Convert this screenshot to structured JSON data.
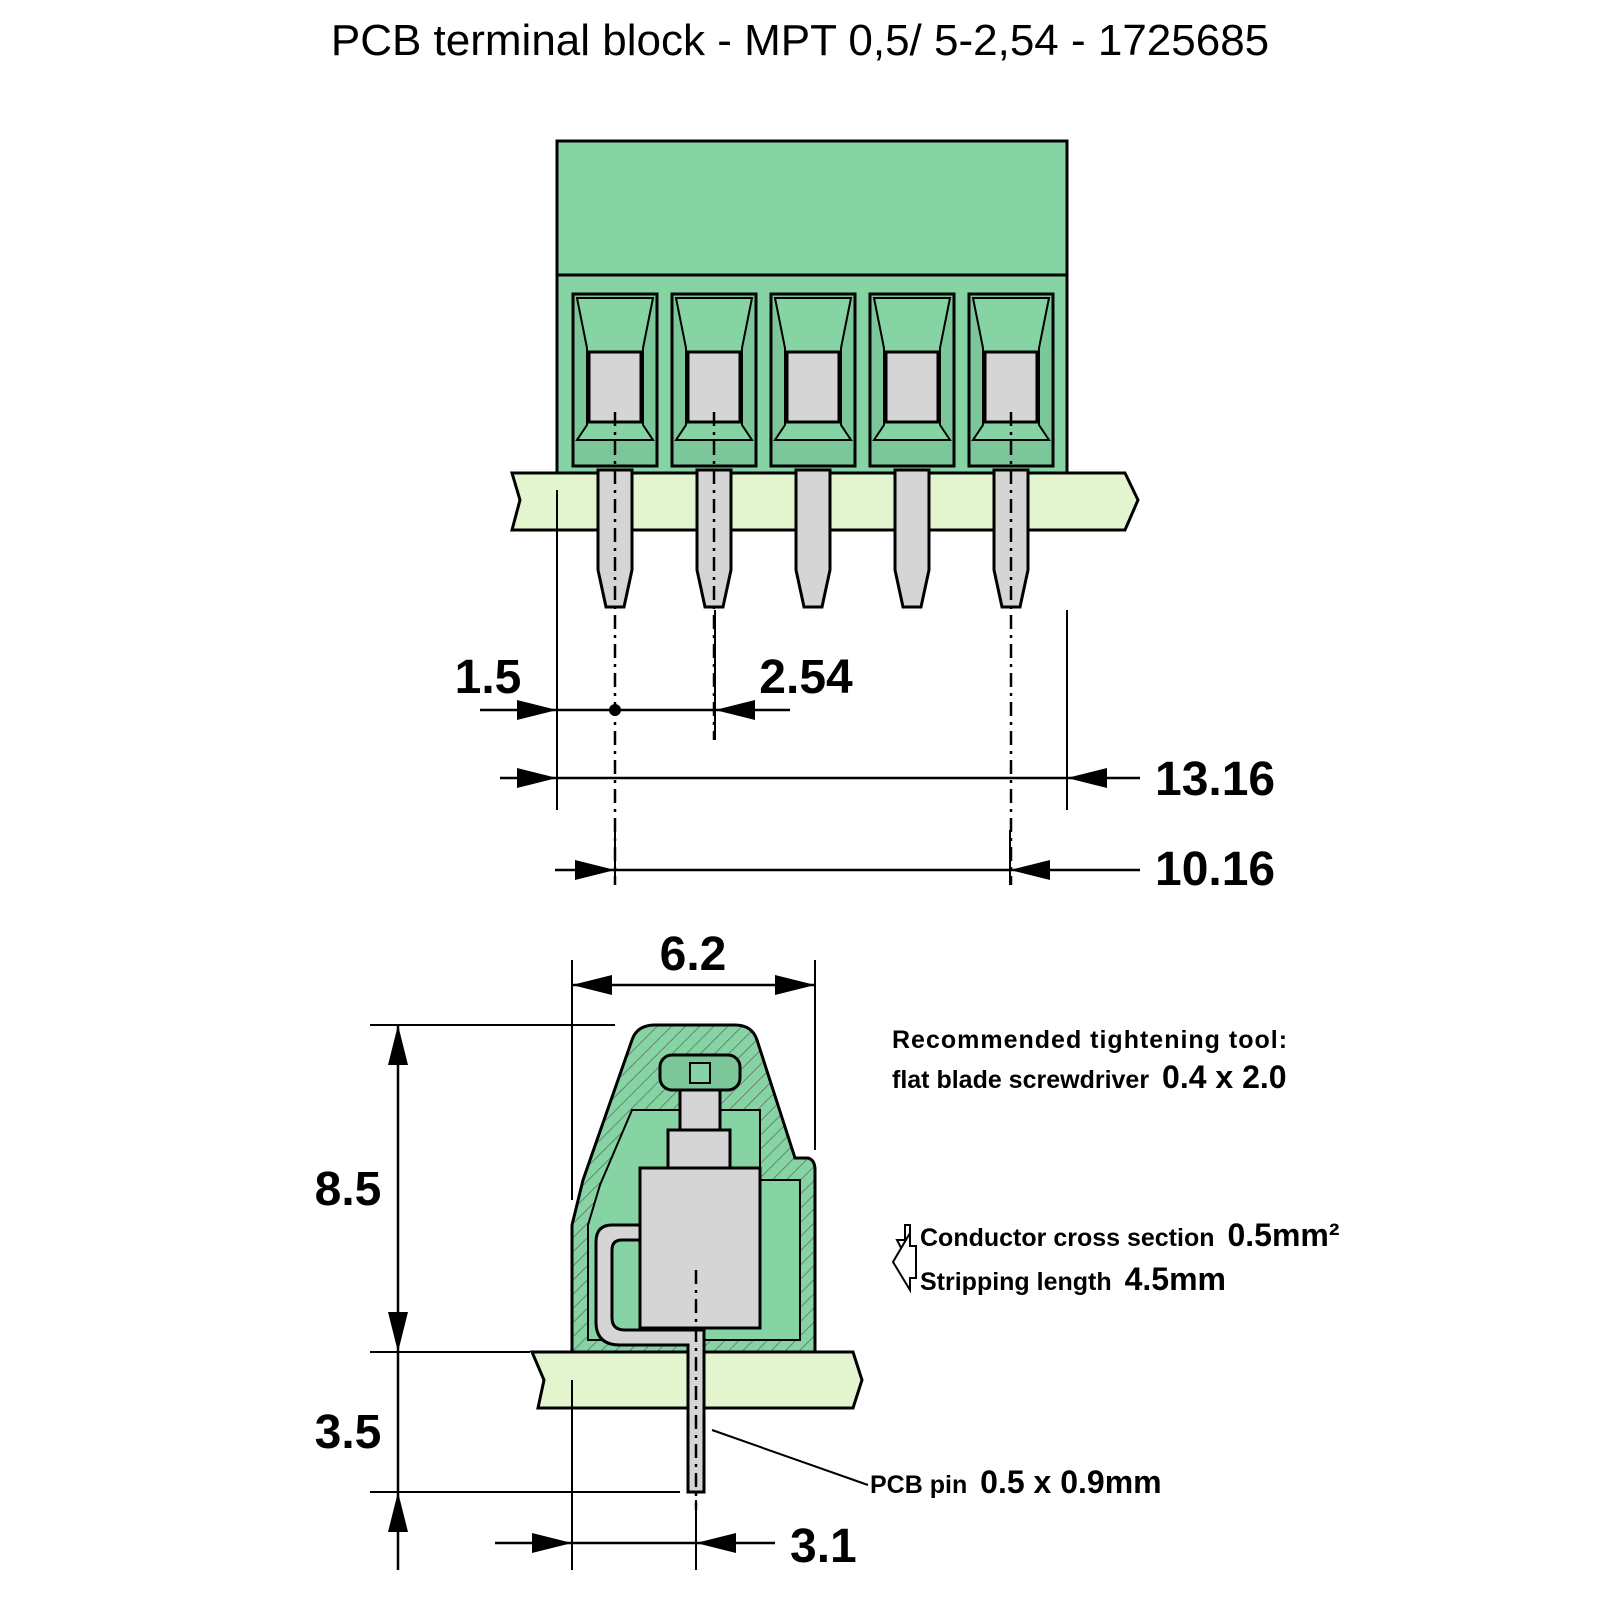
{
  "title": "PCB terminal block - MPT 0,5/ 5-2,54 - 1725685",
  "front_view": {
    "positions": 5,
    "dims": {
      "edge_offset": "1.5",
      "pitch": "2.54",
      "total_length": "13.16",
      "pin_span": "10.16"
    }
  },
  "side_view": {
    "dims": {
      "width": "6.2",
      "height_above_pcb": "8.5",
      "pin_length": "3.5",
      "pin_offset": "3.1"
    },
    "notes": {
      "tool_line1": "Recommended tightening tool:",
      "tool_line2_prefix": "flat blade screwdriver",
      "tool_line2_value": "0.4 x 2.0",
      "conductor_prefix": "Conductor cross section",
      "conductor_value": "0.5mm²",
      "stripping_prefix": "Stripping length",
      "stripping_value": "4.5mm",
      "pin_prefix": "PCB pin",
      "pin_value": "0.5 x 0.9mm"
    }
  },
  "colors": {
    "housing": "#86d3a4",
    "pcb": "#e3f5cf",
    "metal": "#d5d5d5"
  }
}
